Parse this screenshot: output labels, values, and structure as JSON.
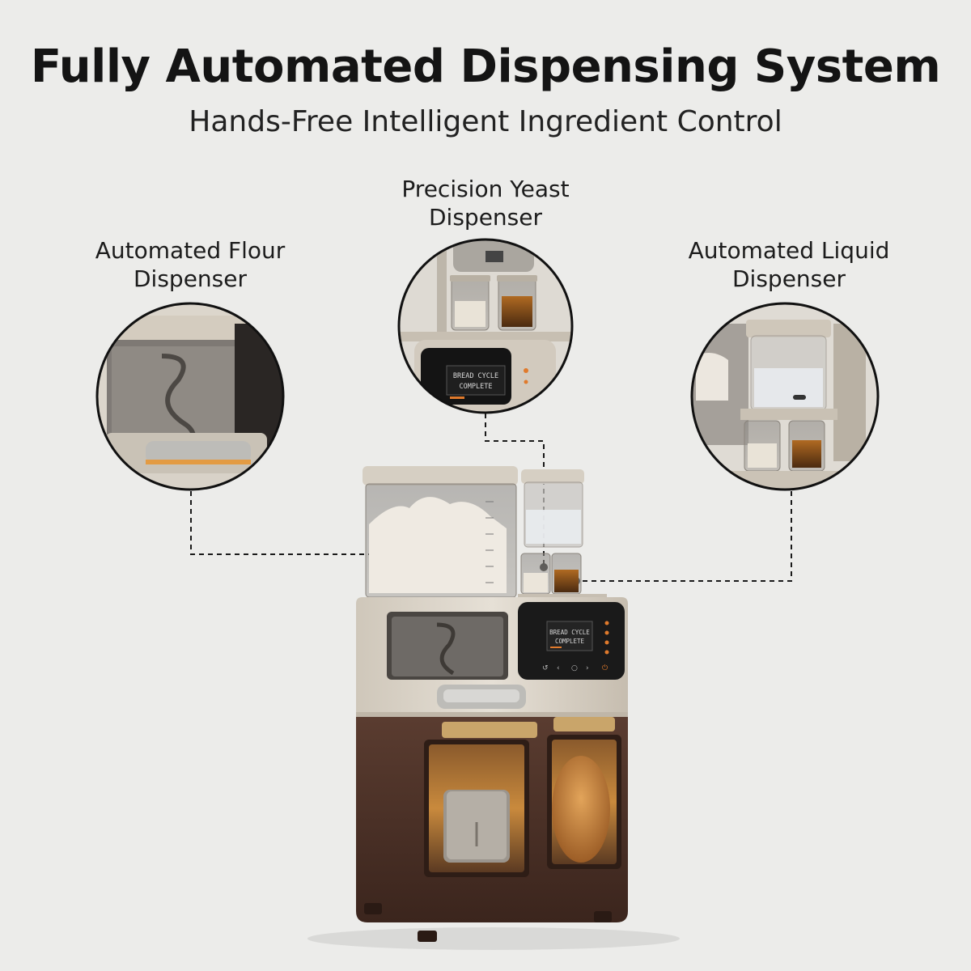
{
  "header": {
    "title": "Fully Automated Dispensing System",
    "subtitle": "Hands-Free Intelligent Ingredient Control"
  },
  "callouts": {
    "flour": {
      "line1": "Automated Flour",
      "line2": "Dispenser"
    },
    "yeast": {
      "line1": "Precision Yeast",
      "line2": "Dispenser"
    },
    "liquid": {
      "line1": "Automated Liquid",
      "line2": "Dispenser"
    }
  },
  "display": {
    "line1": "BREAD CYCLE",
    "line2": "COMPLETE",
    "zoom_line1": "BREAD CYCLE",
    "zoom_line2": "COMPLETE"
  },
  "colors": {
    "background": "#ececea",
    "body_champagne": "#d9d2c6",
    "base_brown": "#4a3026",
    "accent_gold": "#c9a56a",
    "screen": "#141414",
    "accent_orange": "#e07a2c"
  },
  "icons": [
    "flour-container-icon",
    "dough-hook-icon",
    "yeast-jar-icon",
    "liquid-tank-icon",
    "power-icon"
  ]
}
